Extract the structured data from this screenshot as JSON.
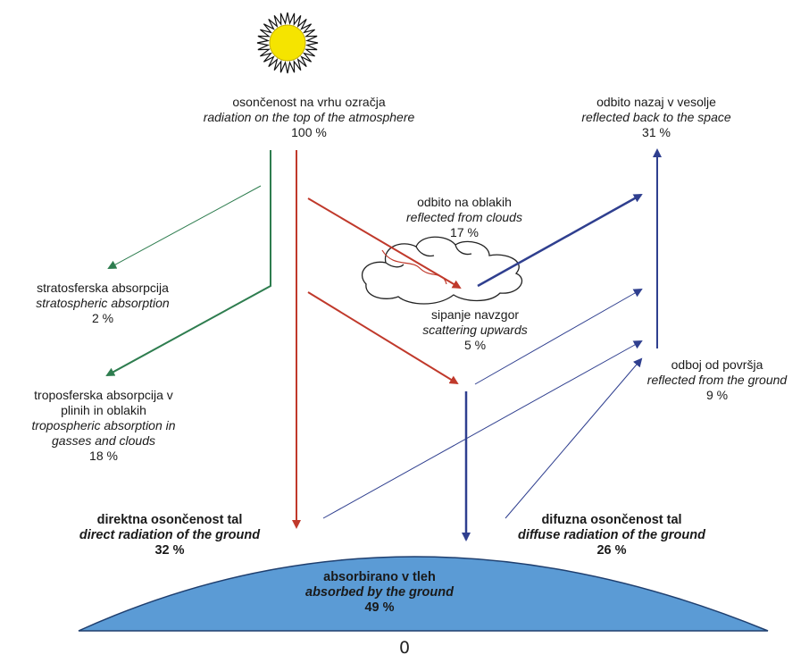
{
  "top": {
    "sl": "osončenost na vrhu ozračja",
    "en": "radiation on the top of the atmosphere",
    "value": "100 %"
  },
  "space": {
    "sl": "odbito nazaj v vesolje",
    "en": "reflected back to the space",
    "value": "31 %"
  },
  "clouds": {
    "sl": "odbito na oblakih",
    "en": "reflected from clouds",
    "value": "17 %"
  },
  "strato": {
    "sl": "stratosferska absorpcija",
    "en": "stratospheric absorption",
    "value": "2 %"
  },
  "scatter": {
    "sl": "sipanje navzgor",
    "en": "scattering upwards",
    "value": "5 %"
  },
  "reflground": {
    "sl": "odboj od površja",
    "en": "reflected from the ground",
    "value": "9 %"
  },
  "tropo": {
    "sl1": "troposferska absorpcija v",
    "sl2": "plinih in oblakih",
    "en1": "tropospheric absorption in",
    "en2": "gasses and clouds",
    "value": "18 %"
  },
  "direct": {
    "sl": "direktna osončenost tal",
    "en": "direct radiation of the ground",
    "value": "32 %"
  },
  "diffuse": {
    "sl": "difuzna osončenost tal",
    "en": "diffuse radiation of the ground",
    "value": "26 %"
  },
  "absorbed": {
    "sl": "absorbirano v tleh",
    "en": "absorbed by the ground",
    "value": "49 %"
  },
  "page_number": "0",
  "colors": {
    "red_arrow": "#c0392b",
    "green_arrow": "#2e7d4f",
    "blue_arrow": "#2f3f8f",
    "ground": "#5b9bd5",
    "sun": "#f5e400"
  }
}
